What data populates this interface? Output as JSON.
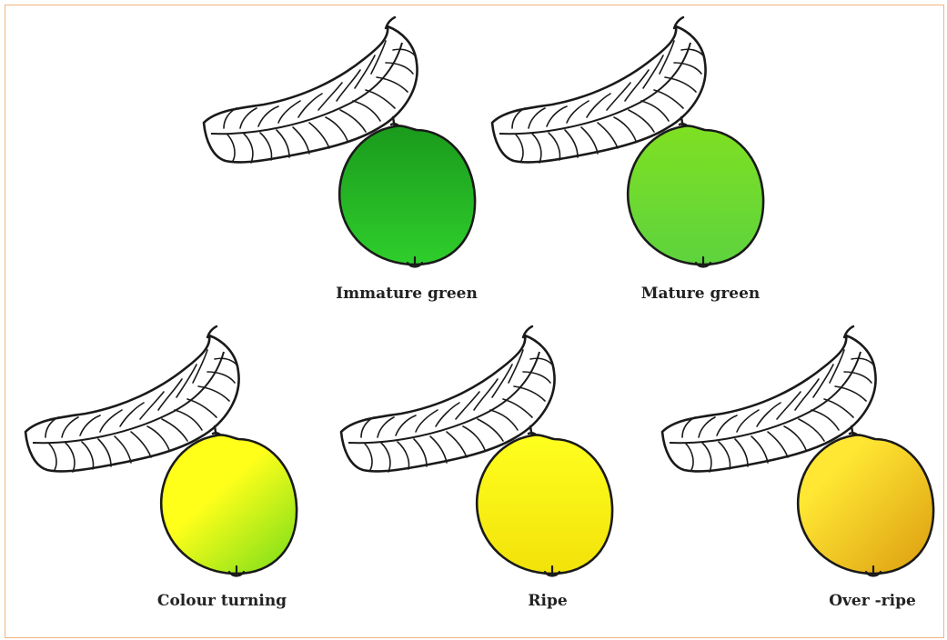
{
  "stages": [
    {
      "label": "Immature green",
      "color_top": "#1a9a1c",
      "color_bottom": "#2fce2c"
    },
    {
      "label": "Mature green",
      "color_top": "#7fe022",
      "color_bottom": "#5ed33e"
    },
    {
      "label": "Colour turning",
      "color_top": "#ffff1a",
      "color_bottom": "#8ce21a"
    },
    {
      "label": "Ripe",
      "color_top": "#ffff1e",
      "color_bottom": "#f2e20a"
    },
    {
      "label": "Over -ripe",
      "color_top": "#ffe733",
      "color_bottom": "#e0a615"
    }
  ],
  "frame_color": "#f0b57e",
  "outline_color": "#1a1a1a"
}
